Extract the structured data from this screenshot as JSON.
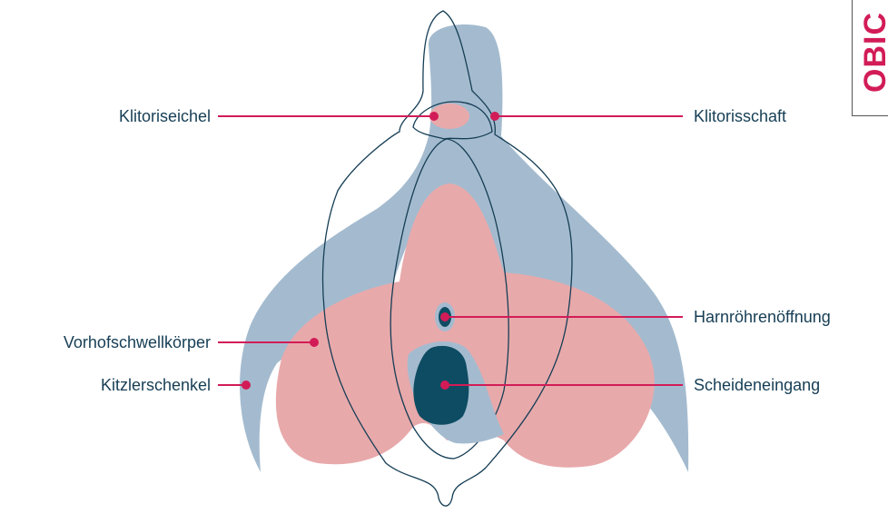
{
  "labels": {
    "glans": "Klitoriseichel",
    "shaft": "Klitorisschaft",
    "urethra": "Harnröhrenöffnung",
    "bulb": "Vorhofschwellkörper",
    "vagina": "Scheideneingang",
    "crus": "Kitzlerschenkel"
  },
  "brand": {
    "text": "OBIC"
  },
  "colors": {
    "clitoris_blue": "#a4bbcf",
    "bulb_pink": "#e8a9ab",
    "opening_dark": "#0d4c62",
    "outline": "#163e55",
    "leader_line": "#d21c57",
    "label_text": "#163e55",
    "brand": "#d21c57"
  }
}
